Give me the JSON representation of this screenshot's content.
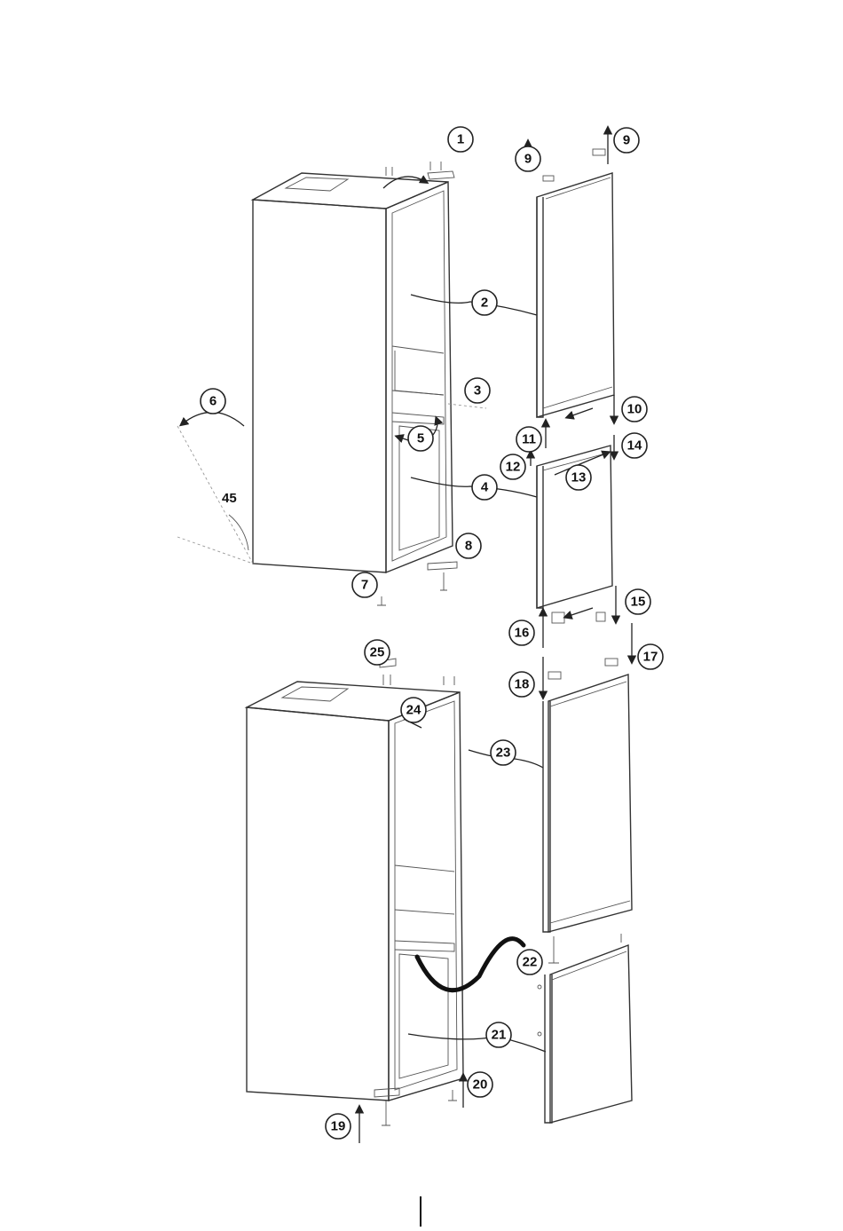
{
  "figure": {
    "callouts": [
      "1",
      "2",
      "3",
      "4",
      "5",
      "6",
      "7",
      "8",
      "9",
      "9",
      "10",
      "11",
      "12",
      "13",
      "14",
      "15",
      "16",
      "17",
      "18",
      "19",
      "20",
      "21",
      "22",
      "23",
      "24",
      "25"
    ],
    "angle_label": "45"
  }
}
